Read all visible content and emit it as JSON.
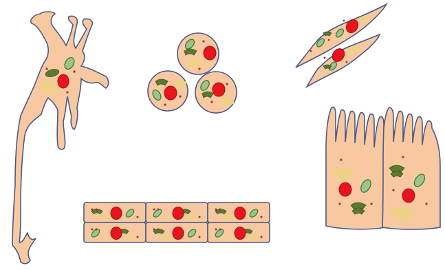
{
  "diagram": {
    "background": "#ffffff",
    "colors": {
      "cytoplasm": "#f8c9a0",
      "outline": "#4a5a8a",
      "nucleus": "#e8141e",
      "nucleus_stroke": "#9a1218",
      "mitochondrion": "#9ec48a",
      "mitochondrion_stroke": "#3d7a3d",
      "golgi": "#5a7a2e",
      "golgi_stroke": "#3b5220",
      "er": "#fff6b0",
      "er_stroke": "#e8d870",
      "vesicle": "#9a3040"
    },
    "cell_types": [
      {
        "name": "neuron"
      },
      {
        "name": "round-cells"
      },
      {
        "name": "spindle-cells"
      },
      {
        "name": "columnar-epithelial-cells"
      },
      {
        "name": "cuboidal-epithelial-cells"
      }
    ]
  }
}
